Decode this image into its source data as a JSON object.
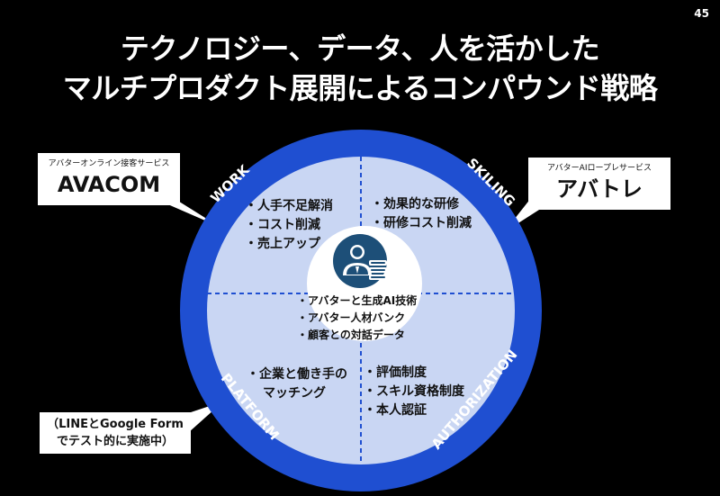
{
  "page_number": "45",
  "title": {
    "line1": "テクノロジー、データ、人を活かした",
    "line2": "マルチプロダクト展開によるコンパウンド戦略"
  },
  "ring_labels": {
    "work": "WORK",
    "skiling": "SKILING",
    "authorization": "AUTHORIZATION",
    "platform": "PLATFORM"
  },
  "quadrants": {
    "work": [
      "・人手不足解消",
      "・コスト削減",
      "・売上アップ"
    ],
    "skiling": [
      "・効果的な研修",
      "・研修コスト削減"
    ],
    "platform": [
      "・企業と働き手の",
      "マッチング"
    ],
    "authorization": [
      "・評価制度",
      "・スキル資格制度",
      "・本人認証"
    ]
  },
  "center": {
    "icon": "avatar-database-icon",
    "items": [
      "・アバターと生成AI技術",
      "・アバター人材バンク",
      "・顧客との対話データ"
    ]
  },
  "callouts": {
    "avacom": {
      "subtitle": "アバターオンライン接客サービス",
      "name": "AVACOM"
    },
    "avabatore": {
      "subtitle": "アバターAIロープレサービス",
      "name": "アバトレ"
    },
    "platform_note": {
      "line1": "（LINEとGoogle Form",
      "line2": "でテスト的に実施中）"
    }
  },
  "colors": {
    "background": "#000000",
    "ring": "#1f4fd1",
    "inner_circle": "#c9d6f3",
    "center_circle": "#ffffff",
    "icon": "#1d4f78",
    "divider": "#1f4fd1"
  }
}
